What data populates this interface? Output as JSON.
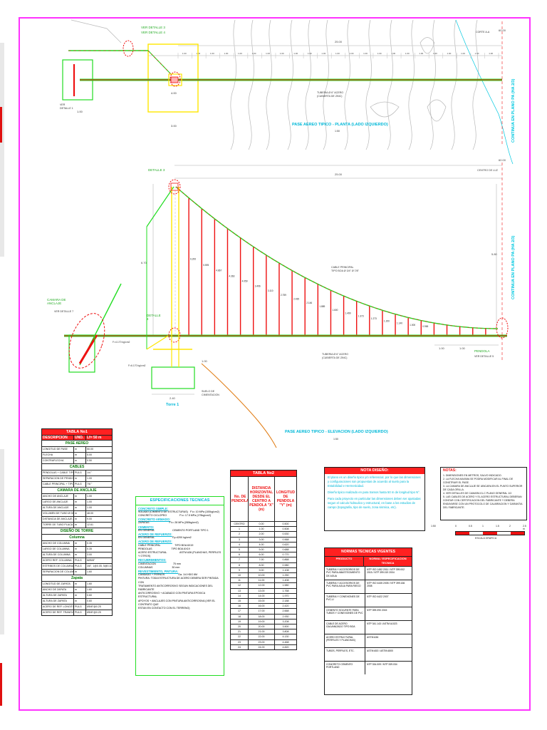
{
  "colors": {
    "dim": "#c8c8c8",
    "green": "#22dd22",
    "red": "#ee1111",
    "yellow": "#ffe600",
    "magenta": "#ff33ff",
    "cyan": "#00c8e0",
    "orange": "#e07a10"
  },
  "plan": {
    "title": "PASE AEREO TIPICO - PLANTA (LADO IZQUIERDO)",
    "scale": "1:50",
    "label_detalle_a": "VER DETALLE 3",
    "label_detalle_b": "VER DETALLE 4",
    "dim_total": "25.00",
    "dim_end": "60.00",
    "dim_bottom": "5.00",
    "dim_small": "1.00",
    "dim_box": "3.00",
    "box_label": "4.00",
    "cut_label": "CORTE A-A",
    "bottom_note": "TUBERIA Ø 6\" ACERO\n(CUBIERTA DE ZINC)",
    "dist_labels": [
      "1.00",
      "1.00",
      "1.00",
      "1.00",
      "1.00",
      "1.00",
      "1.00",
      "1.00",
      "1.00",
      "1.00",
      "1.00",
      "1.00",
      "1.00",
      "1.00",
      "1.00",
      "1.00",
      "1.00",
      "1.00",
      "1.00",
      "1.00",
      "1.00",
      "1.00",
      "1.00"
    ],
    "vertical_note": "CONTINUA EN PLANO PA (HA 2/3)",
    "left_label": "VER\nDETALLE 1"
  },
  "elevation": {
    "title": "PASE AEREO TIPICO - ELEVACION (LADO IZQUIERDO)",
    "scale": "1:50",
    "detalle_top": "DETALLE 3",
    "detalle_side": "DETALLE\n4",
    "dim_total": "25.00",
    "dim_end": "60.00",
    "eje_label": "CENTRO DE LUZ",
    "height_left": "6.70",
    "height_right": "5.80",
    "cable_note": "CABLE PRINCIPAL\nTIPO BOA Ø 3/4\" Ø 7/8\"",
    "pipe_note": "TUBERIA Ø 6\" ACERO\n(CUBIERTA DE ZINC)",
    "anchor_label": "CAMARA DE\nANCLAJE",
    "anchor_sub": "VER DETALLE 7",
    "torre_label": "Torre 1",
    "pendola_label": "PENDOLA",
    "pendola_sub": "VER DETALLE 5",
    "hanger_values": [
      "6.200",
      "5.595",
      "4.867",
      "4.363",
      "4.059",
      "3.496",
      "3.110",
      "2.759",
      "2.435",
      "2.146",
      "1.889",
      "1.600",
      "1.499",
      "1.373",
      "1.273",
      "1.200",
      "1.140",
      "1.000",
      "0.965"
    ],
    "vertical_note": "CONTINUA EN PLANO PA (HA 2/3)",
    "ground_note": "SUELO DE\nCIMENTACION",
    "foot_dims": [
      "1.00",
      "1.00",
      "1.00"
    ],
    "dim_w": "2.40",
    "loads": [
      "F=4.170 kg/cm2",
      "F=6.170 kg/cm2"
    ]
  },
  "tabla1": {
    "title": "TABLA No1",
    "col1": "DESCRIPCION",
    "col2": "UND.",
    "col3": "Lf= 50 m",
    "sections": [
      {
        "name": "PASE AEREO",
        "rows": [
          [
            "LONGITUD DE PASE",
            "m",
            "50.00"
          ],
          [
            "FLECHA",
            "m",
            "5.00"
          ],
          [
            "CONTRAFLECHA",
            "m",
            "0.50"
          ]
        ]
      },
      {
        "name": "CABLES",
        "rows": [
          [
            "PENDOLAS + CABLE TIPO BOA (Ø 1/4\")",
            "PULG",
            "1/4 \""
          ],
          [
            "SEPARACION DE PENDOLAS",
            "m",
            "1.00"
          ],
          [
            "CABLE PRINCIPAL + TIPO BOA (Ø 7/8\")",
            "PULG",
            "7/8 \""
          ]
        ]
      },
      {
        "name": "CAMARA DE ANCLAJE",
        "rows": [
          [
            "ANCHO DE ANCLAJE",
            "m",
            "1.00"
          ],
          [
            "LARGO DE ANCLAJE",
            "m",
            "1.00"
          ],
          [
            "ALTURA DE ANCLAJE",
            "m",
            "1.00"
          ],
          [
            "VOLUMEN DE TUBO Ø DE MIENTRAS",
            "m",
            "48.00"
          ],
          [
            "DISTANCIA DE ANCLAJE A COLUMNA",
            "m",
            "9.00"
          ],
          [
            "TORRE DE TUBO PLACA ANCLAJE",
            "m",
            "12.61"
          ]
        ]
      },
      {
        "name": "DISEÑO DE TORRE",
        "sub": "Columna",
        "rows": [
          [
            "ANCHO DE COLUMNA",
            "m",
            "0.35"
          ],
          [
            "LARGO DE COLUMNA",
            "m",
            "0.35"
          ],
          [
            "ALTURA DE COLUMNA",
            "m",
            "3.00"
          ],
          [
            "ACERO REF. COLUMNA",
            "PULG",
            "6Ø5/8\""
          ],
          [
            "ESTRIBOS DE COLUMNA",
            "PULG",
            "3/8\", 1@0.05, 5@0.10, R@0.20"
          ],
          [
            "SEPARACION DE COLUMNAS",
            "m",
            "1.60"
          ]
        ]
      },
      {
        "name": "Zapata",
        "rows": [
          [
            "LONGITUD DE ZAPATA",
            "m",
            "1.60"
          ],
          [
            "ANCHO DE ZAPATA",
            "m",
            "1.60"
          ],
          [
            "ALTURA DE ZAPATA",
            "m",
            "0.60"
          ],
          [
            "ALTURA DE ZAPATA",
            "m",
            "0.60"
          ],
          [
            "ACERO DE REF. LONGITUDINAL",
            "PULG",
            "Ø5/8\"@0.25"
          ],
          [
            "ACERO DE REF. TRANSVERSAL",
            "PULG",
            "Ø5/8\"@0.25"
          ]
        ]
      }
    ]
  },
  "especificaciones": {
    "title": "ESPECIFICACIONES TECNICAS",
    "lines": [
      "CONCRETO SIMPLE:",
      "SOLADO (CIMIENTO DE ESTRUCTURAS)   F'c= 10 MPa (100kg/cm2)",
      "CONCRETO CICLOPEO                  F'c= 17.5 MPa (175kg/cm2)",
      "CONCRETO ARMADO:",
      "ZAPATAS                            F'c= 28 MPa (280kg/cm2)",
      "CEMENTO:",
      "EN GENERAL                         CEMENTO PORTLAND TIPO 1",
      "ACERO DE REFUERZO:",
      "EN GENERAL                         Fy=4200 kg/cm2",
      "ACERO DE REFUERZO:",
      "CABLE PRINCIPAL                    TIPO BOA 6X19",
      "PENDOLAS                           TIPO BOA 6X19",
      "ACERO ESTRUCTURAL                  ASTM A36 (PLANCHAS, PERFILES Y OTROS)",
      "RECUBRIMIENTOS:",
      "CIMENTACION                        75 mm",
      "COLUMNAS                           30 mm",
      "REVESTIMIENTO, PINTURA:",
      "CANDADO + PERNOS                   Ga. 1/4 HDG 6M",
      "PINTURA: TODA ESTRUCTURA DE ACERO DEBERA SER PINTADA CON",
      "TRATAMIENTO ANTICORROSIVO SEGUN INDICACIONES DEL FABRICANTE",
      "ANTICORROSIVO + ACABADO CON PINTURA EPOXICA ESTRUCTURAL",
      "APOYOS + ANCLAJES CON PINTURA ANTICORROSIVA (VER EL CONTRATO QUE",
      "ESTAN EN CONTACTO CON EL TERRENO)"
    ]
  },
  "tabla2": {
    "title": "TABLA No2",
    "h1": "No. DE PENDOLA",
    "h2": "DISTANCIA HORIZONTAL DESDE EL CENTRO A PENDOLA \"X\" (m)",
    "h3": "LONGITUD DE PENDOLA \"Y\" (m)",
    "rows": [
      [
        "CENTRO",
        "0.00",
        "0.500"
      ],
      [
        "1",
        "1.00",
        "0.508"
      ],
      [
        "2",
        "2.00",
        "0.530"
      ],
      [
        "3",
        "3.00",
        "0.568"
      ],
      [
        "4",
        "4.00",
        "0.620"
      ],
      [
        "5",
        "5.00",
        "0.688"
      ],
      [
        "6",
        "6.00",
        "0.770"
      ],
      [
        "7",
        "7.00",
        "0.868"
      ],
      [
        "8",
        "8.00",
        "0.980"
      ],
      [
        "9",
        "9.00",
        "1.108"
      ],
      [
        "10",
        "10.00",
        "1.250"
      ],
      [
        "11",
        "11.00",
        "1.408"
      ],
      [
        "12",
        "12.00",
        "1.580"
      ],
      [
        "13",
        "13.00",
        "1.768"
      ],
      [
        "14",
        "14.00",
        "1.970"
      ],
      [
        "15",
        "15.00",
        "2.188"
      ],
      [
        "16",
        "16.00",
        "2.420"
      ],
      [
        "17",
        "17.00",
        "2.668"
      ],
      [
        "18",
        "18.00",
        "2.930"
      ],
      [
        "19",
        "19.00",
        "3.208"
      ],
      [
        "20",
        "20.00",
        "3.500"
      ],
      [
        "21",
        "21.00",
        "3.808"
      ],
      [
        "22",
        "22.00",
        "4.130"
      ],
      [
        "23",
        "23.00",
        "4.468"
      ],
      [
        "24",
        "24.00",
        "4.820"
      ]
    ]
  },
  "nota_diseno": {
    "title": "NOTA DISEÑO:",
    "paragraphs": [
      "El plano es un diseño tipico y/o referencial, por lo que las dimensiones y configuraciones son propuestas de acuerdo al suelo para la Estabilidad e Hermeticidad.",
      "Diseño tipico realizado en para tramos hasta 50 m de longitud tipo N°.",
      "Para cada proyecto en particular las dimensiones deben ser ajustadas segun el calculo hidraulico y estructural, en base a los estudios de campo (topografia, tipo de suelo, zona sismica, etc)."
    ]
  },
  "notas": {
    "title": "NOTAS:",
    "items": [
      "1. DIMENSIONES EN METROS, SALVO INDICADO.",
      "2. LA FLECHA MAXIMA SE PODRA MODIFICAR AL FINAL DE CONSTRUIR EL PASE.",
      "3. LA CAMARA DE ANCLAJE SE UBICARA EN EL PUNTO SUPERIOR DE CADA ORILLA.",
      "4. VER DETALLES DE CAMARA 01-C PLANO GENERAL 1/2.",
      "5. LAS CABLES DE ACERO Y EL ACERO ESTRUCTURAL DEBERAN CONTAR CON CERTIFICACION DEL FABRICANTE Y DEBERA ENSAYARSE CON UN PROTOCOLO DE CALIBRACION Y GARANTIA DEL FABRICANTE."
    ]
  },
  "escala": {
    "ticks": [
      "1:50",
      "0",
      "0.5",
      "1",
      "1.5",
      "2",
      "2.5 m"
    ],
    "label": "ESCALA GRAFICA"
  },
  "normas": {
    "title": "NORMAS TECNICAS VIGENTES",
    "h1": "PRODUCTO",
    "h2": "NORMA / ESPECIFICACION TECNICA",
    "rows": [
      [
        "TUBERIA Y ACCESORIOS DE PVC PARA ABASTECIMIENTO DE AGUA",
        "NTP ISO 1452 2011 / NTP 399.002 2015 / NTP 399.019 2004"
      ],
      [
        "TUBERIA Y ACCESORIOS DE PVC PARA AGUA PARA RIEGO",
        "NTP ISO 4435 2005 / NTP 399.166 2008"
      ],
      [
        "TUBERIA Y CONEXIONES DE PVC-U",
        "NTP ISO 4422 2007"
      ],
      [
        "CEMENTO SOLVENTE PARA TUBOS Y CONEXIONES DE PVC",
        "NTP 399.090 2015"
      ],
      [
        "CABLE DE ACERO GALVANIZADO TIPO BOA",
        "NTP 341.143 / ASTM A1023"
      ],
      [
        "ACERO ESTRUCTURAL (PERFILES Y PLANCHAS)",
        "ASTM A36"
      ],
      [
        "TUBOS, PERFILES, ETC.",
        "ASTM A53 / ASTM A500"
      ],
      [
        "CONCRETO CEMENTO PORTLAND",
        "NTP 334.009 / NTP 339.034"
      ]
    ]
  }
}
